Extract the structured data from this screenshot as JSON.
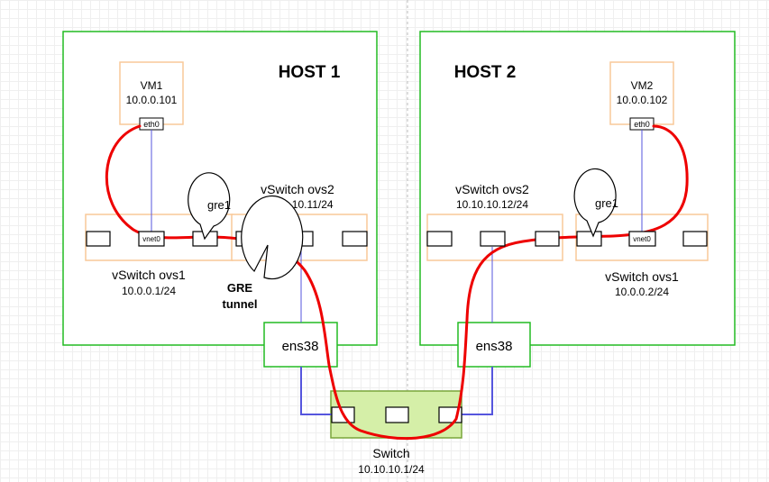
{
  "host1": {
    "title": "HOST  1",
    "vm": {
      "name": "VM1",
      "ip": "10.0.0.101",
      "port": "eth0"
    },
    "ovs1": {
      "label": "vSwitch ovs1",
      "ip": "10.0.0.1/24",
      "vnet_port": "vnet0"
    },
    "ovs2": {
      "label": "vSwitch ovs2",
      "ip": "10.10.10.11/24"
    },
    "gre_callout": "gre1",
    "tunnel_callout": {
      "line1": "GRE",
      "line2": "tunnel"
    },
    "nic": "ens38"
  },
  "host2": {
    "title": "HOST  2",
    "vm": {
      "name": "VM2",
      "ip": "10.0.0.102",
      "port": "eth0"
    },
    "ovs1": {
      "label": "vSwitch ovs1",
      "ip": "10.0.0.2/24",
      "vnet_port": "vnet0"
    },
    "ovs2": {
      "label": "vSwitch ovs2",
      "ip": "10.10.10.12/24"
    },
    "gre_callout": "gre1",
    "nic": "ens38"
  },
  "switch": {
    "label": "Switch",
    "ip": "10.10.10.1/24"
  },
  "colors": {
    "host_border": "#22bb22",
    "component_border": "#f9c999",
    "tunnel": "#ee0000",
    "link": "#5555dd",
    "switch_fill": "#d5efa8",
    "switch_border": "#79a53a"
  }
}
